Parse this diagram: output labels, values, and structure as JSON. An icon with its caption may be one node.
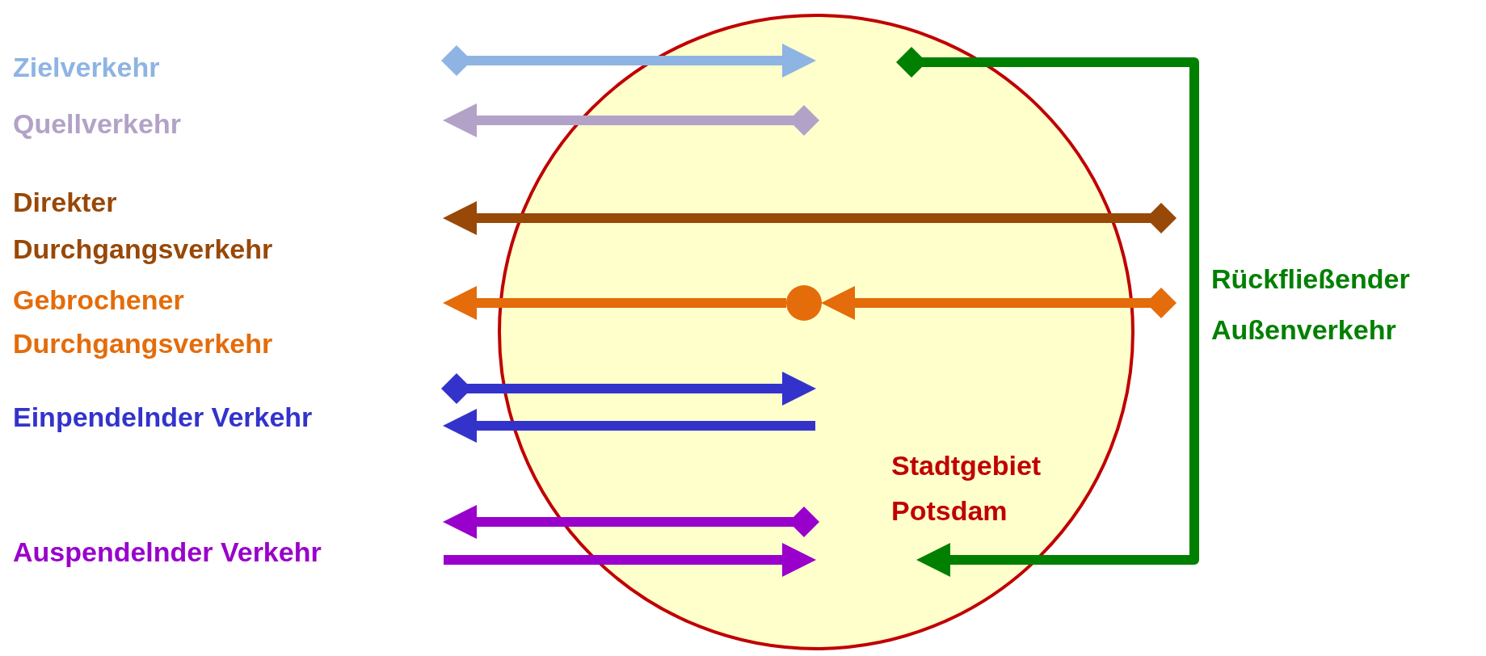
{
  "diagram": {
    "nodes": [
      {
        "text": [
          "Stadtgebiet Potsdam"
        ]
      },
      {
        "text": [],
        "shape": "circle",
        "in": 0
      }
    ],
    "edges": [
      {
        "from": null,
        "to": 1,
        "arrow": "to",
        "color": "#e46c0a"
      },
      {
        "from": 1,
        "to": null,
        "arrow": "to",
        "color": "#e46c0a"
      }
    ],
    "labels": [
      "Zielverkehr",
      "Quellverkehr",
      "Direkter Durchgangsverkehr",
      "Gebrochener Durchgangsverkehr",
      "Einpendelnder Verkehr",
      "Auspendelnder Verkehr",
      "Rückfließender Außenverkehr"
    ]
  }
}
